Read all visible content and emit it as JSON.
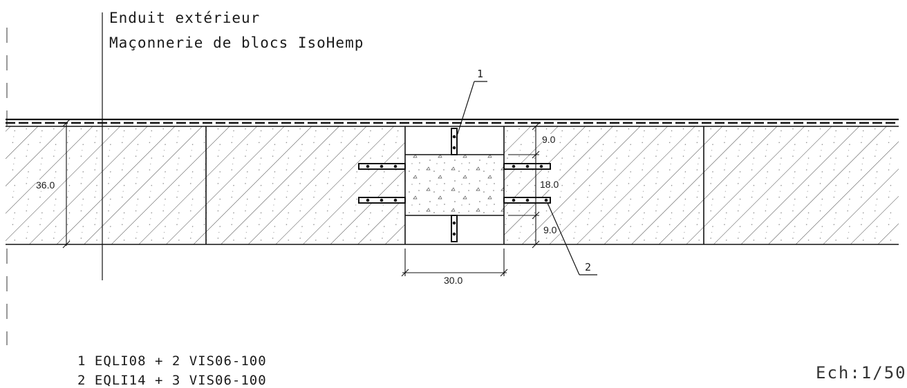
{
  "notes": {
    "line1": "Enduit extérieur",
    "line2": "Maçonnerie de blocs IsoHemp"
  },
  "markers": {
    "m1": "1",
    "m2": "2"
  },
  "dimensions": {
    "wall_thickness": "36.0",
    "top_offset": "9.0",
    "middle_span": "18.0",
    "bottom_offset": "9.0",
    "column_width": "30.0"
  },
  "legend": {
    "item1": "1 EQLI08 + 2 VIS06-100",
    "item2": "2 EQLI14 + 3 VIS06-100"
  },
  "scale": "Ech:1/50"
}
